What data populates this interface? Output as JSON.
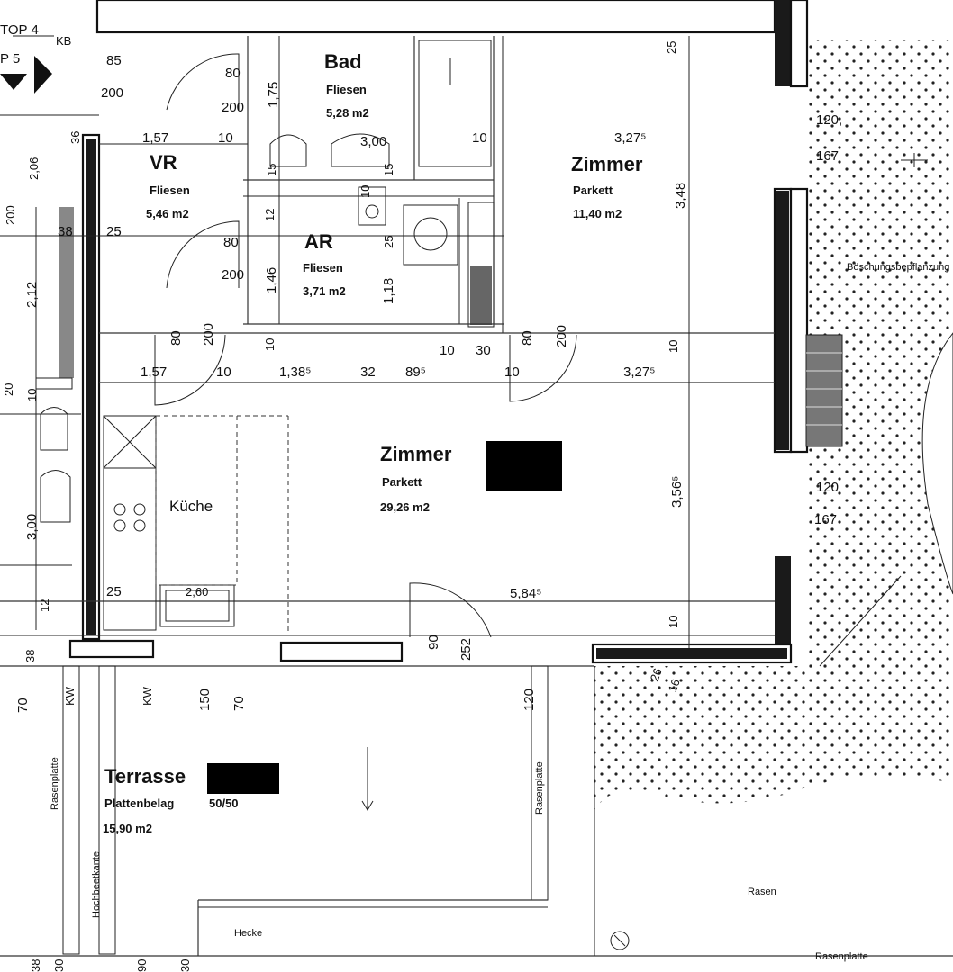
{
  "top_labels": {
    "top4": "TOP 4",
    "top5": "P 5",
    "kb": "KB"
  },
  "rooms": {
    "bad": {
      "name": "Bad",
      "floor": "Fliesen",
      "area": "5,28 m2"
    },
    "vr": {
      "name": "VR",
      "floor": "Fliesen",
      "area": "5,46 m2"
    },
    "ar": {
      "name": "AR",
      "floor": "Fliesen",
      "area": "3,71 m2"
    },
    "zimmer1": {
      "name": "Zimmer",
      "floor": "Parkett",
      "area": "11,40 m2"
    },
    "zimmer2": {
      "name": "Zimmer",
      "floor": "Parkett",
      "area": "29,26 m2"
    },
    "kueche": {
      "name": "Küche"
    },
    "terrasse": {
      "name": "Terrasse",
      "floor": "Plattenbelag",
      "tile": "50/50",
      "area": "15,90 m2"
    }
  },
  "outdoor": {
    "rasen": "Rasen",
    "rasenplatte": "Rasenplatte",
    "hecke": "Hecke",
    "boeschung": "Böschungsbepflanzung",
    "hochbeet": "Hochbeetkante",
    "ranke_left": "Rasenplatte",
    "ranke_right": "Rasenplatte"
  },
  "dimensions": {
    "d85": "85",
    "d200a": "200",
    "d80a": "80",
    "d200b": "200",
    "d175": "1,75",
    "d157a": "1,57",
    "d10a": "10",
    "d300": "3,00",
    "d10b": "10",
    "d327a": "3,27⁵",
    "d120a": "120,",
    "d167a": "167",
    "d348": "3,48",
    "d25a": "25",
    "d80b": "80",
    "d200c": "200",
    "d146": "1,46",
    "d118": "1,18",
    "d212": "2,12",
    "d38a": "38",
    "d25b": "25",
    "d12": "12",
    "d15a": "15",
    "d15b": "15",
    "d25c": "25",
    "d80c": "80",
    "d200d": "200",
    "d10c": "10",
    "d10d": "10",
    "d30a": "30",
    "d80d": "80",
    "d200e": "200",
    "d10e": "10",
    "d157b": "1,57",
    "d10f": "10",
    "d138": "1,38⁵",
    "d32": "32",
    "d89": "89⁵",
    "d10g": "10",
    "d327b": "3,27⁵",
    "d356": "3,56⁵",
    "d120b": "120",
    "d167b": "167",
    "d584": "5,84⁵",
    "d90": "90",
    "d252": "252",
    "d10h": "10",
    "d25d": "25",
    "d38b": "38",
    "d70a": "70",
    "d150": "150",
    "d70b": "70",
    "d120c": "120",
    "d300b": "3,00",
    "d206": "2,06",
    "d260": "2,60",
    "d20": "20",
    "d10i": "10",
    "d12b": "12",
    "d36": "36",
    "d16": "16",
    "d38c": "38",
    "d30b": "30",
    "d90b": "90",
    "d30c": "30",
    "d200f": "200",
    "d10j": "10",
    "d26": "26",
    "kw1": "KW",
    "kw2": "KW"
  }
}
